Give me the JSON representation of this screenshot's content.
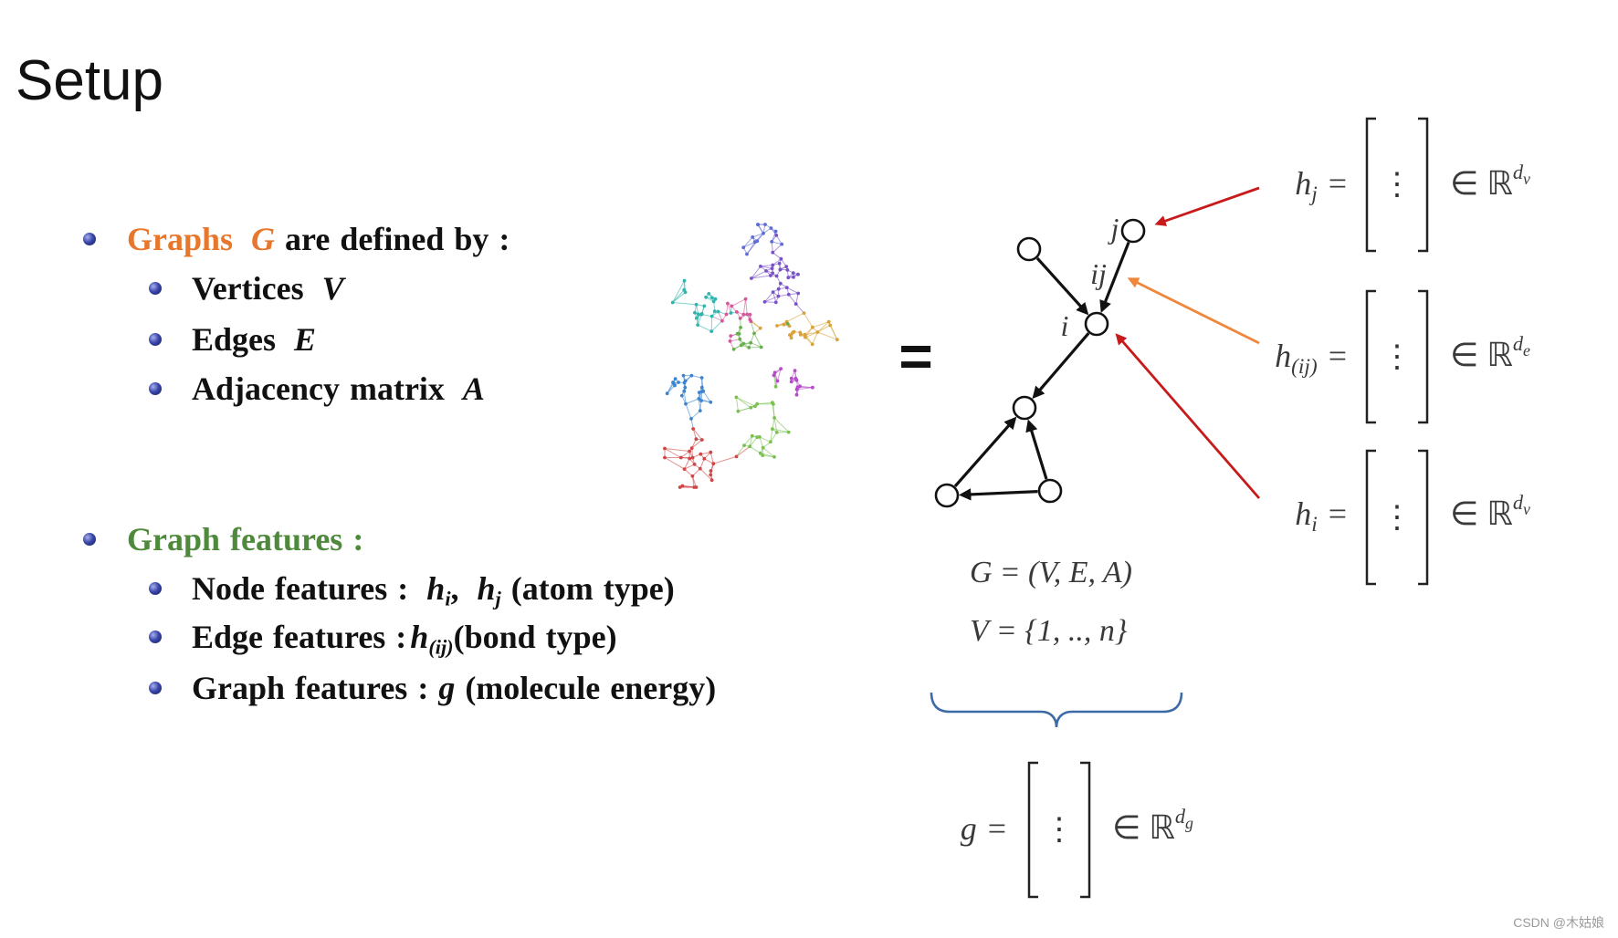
{
  "title": "Setup",
  "equals_sign": "=",
  "graphs_definition": {
    "lead_word": "Graphs",
    "lead_var": "G",
    "lead_rest": "are defined by :",
    "items": [
      {
        "label": "Vertices",
        "var": "V"
      },
      {
        "label": "Edges",
        "var": "E"
      },
      {
        "label": "Adjacency matrix",
        "var": "A"
      }
    ]
  },
  "graph_features": {
    "lead": "Graph features :",
    "node": {
      "label": "Node features :",
      "sym_a": "h",
      "sub_a": "i",
      "sep": ",",
      "sym_b": "h",
      "sub_b": "j",
      "note": "(atom type)"
    },
    "edge": {
      "label": "Edge features :",
      "sym": "h",
      "sub": "(ij)",
      "note": "(bond type)"
    },
    "graph": {
      "label": "Graph features :",
      "sym": "g",
      "note": "(molecule energy)"
    }
  },
  "diagram": {
    "node_labels": {
      "j": "j",
      "ij": "ij",
      "i": "i"
    },
    "graph_def": {
      "sym": "G",
      "rest": "= (V, E, A)"
    },
    "vertex_set": {
      "sym": "V",
      "rest": "= {1, .., n}"
    }
  },
  "vectors": [
    {
      "sym": "h",
      "sub": "j",
      "eq": "=",
      "dots": "⋮",
      "set": "∈ ℝ",
      "dim": "d",
      "dim_sub": "v"
    },
    {
      "sym": "h",
      "sub": "(ij)",
      "eq": "=",
      "dots": "⋮",
      "set": "∈ ℝ",
      "dim": "d",
      "dim_sub": "e"
    },
    {
      "sym": "h",
      "sub": "i",
      "eq": "=",
      "dots": "⋮",
      "set": "∈ ℝ",
      "dim": "d",
      "dim_sub": "v"
    }
  ],
  "graph_vector": {
    "sym": "g",
    "eq": "=",
    "dots": "⋮",
    "set": "∈ ℝ",
    "dim": "d",
    "dim_sub": "g"
  },
  "colors": {
    "accent_orange": "#e8772e",
    "accent_green": "#4f8a3c",
    "arrow_red": "#c81a1a",
    "arrow_orange": "#f0863a",
    "brace_blue": "#3d6aa6"
  },
  "watermark": "CSDN @木姑娘"
}
